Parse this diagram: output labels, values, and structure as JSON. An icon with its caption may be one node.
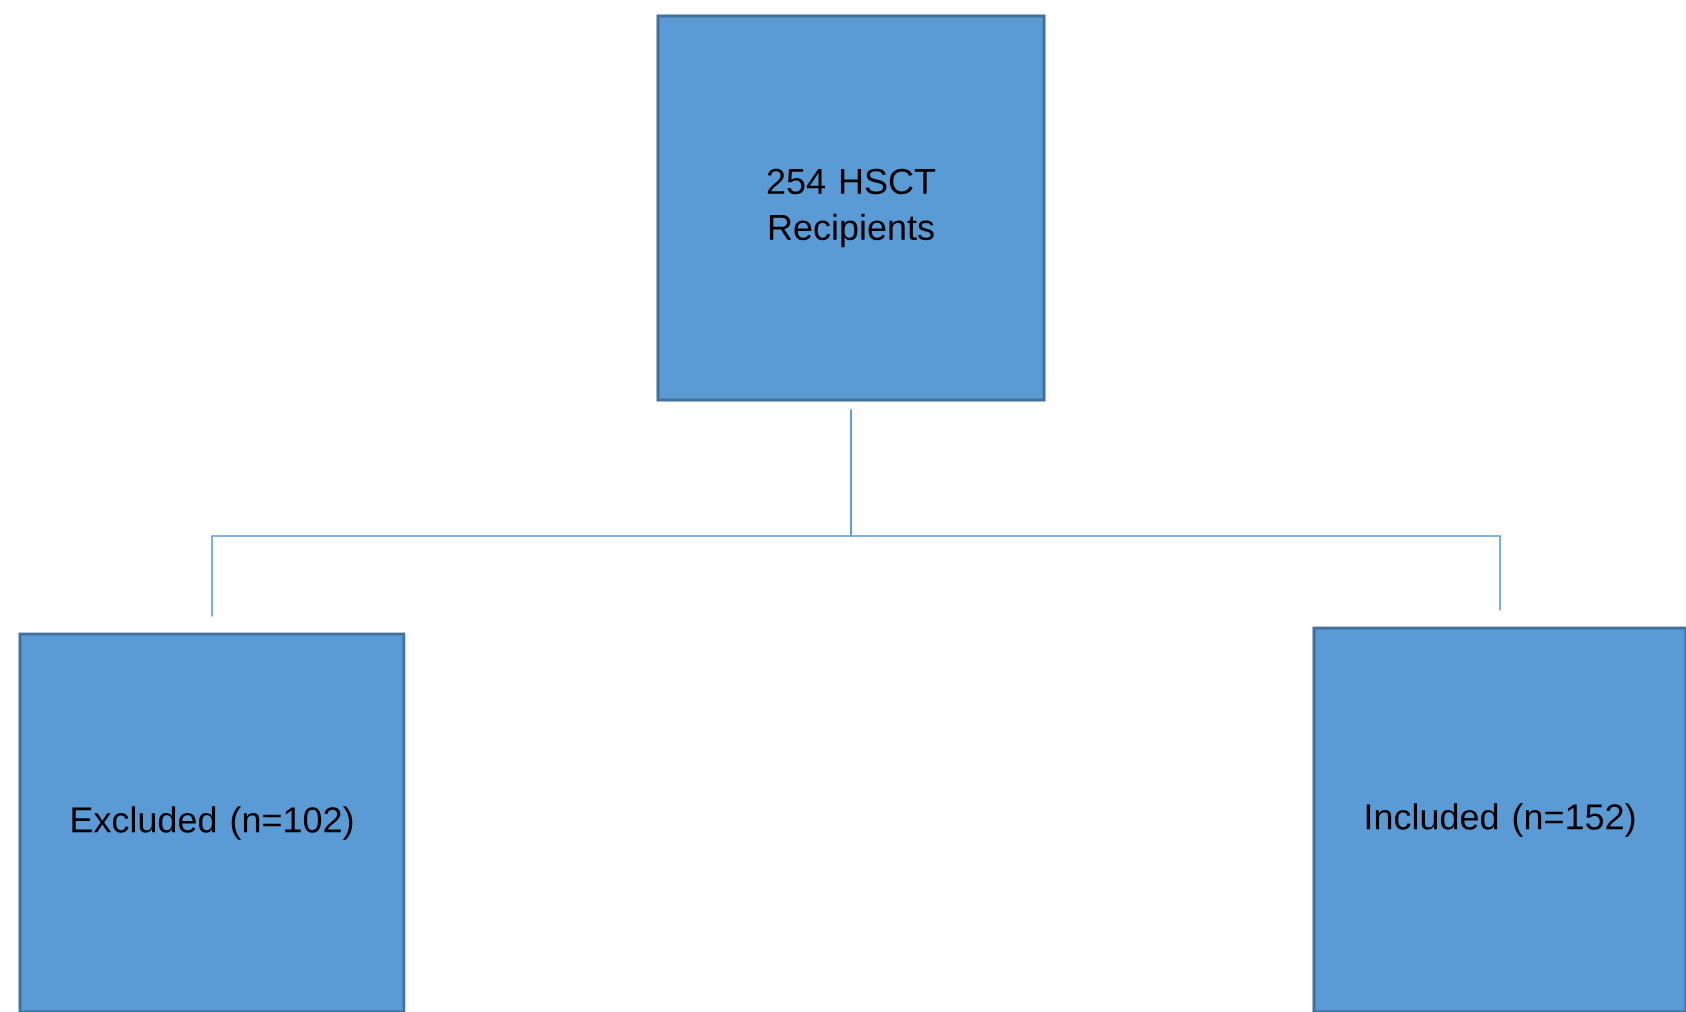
{
  "diagram": {
    "nodes": [
      {
        "text": [
          "254 HSCT Recipients"
        ]
      },
      {
        "text": [
          "Excluded (n=102)"
        ]
      },
      {
        "text": [
          "Included (n=152)"
        ]
      }
    ],
    "edges": [
      {
        "from": 0,
        "to": 1,
        "arrow": "none"
      },
      {
        "from": 0,
        "to": 2,
        "arrow": "none"
      }
    ]
  }
}
